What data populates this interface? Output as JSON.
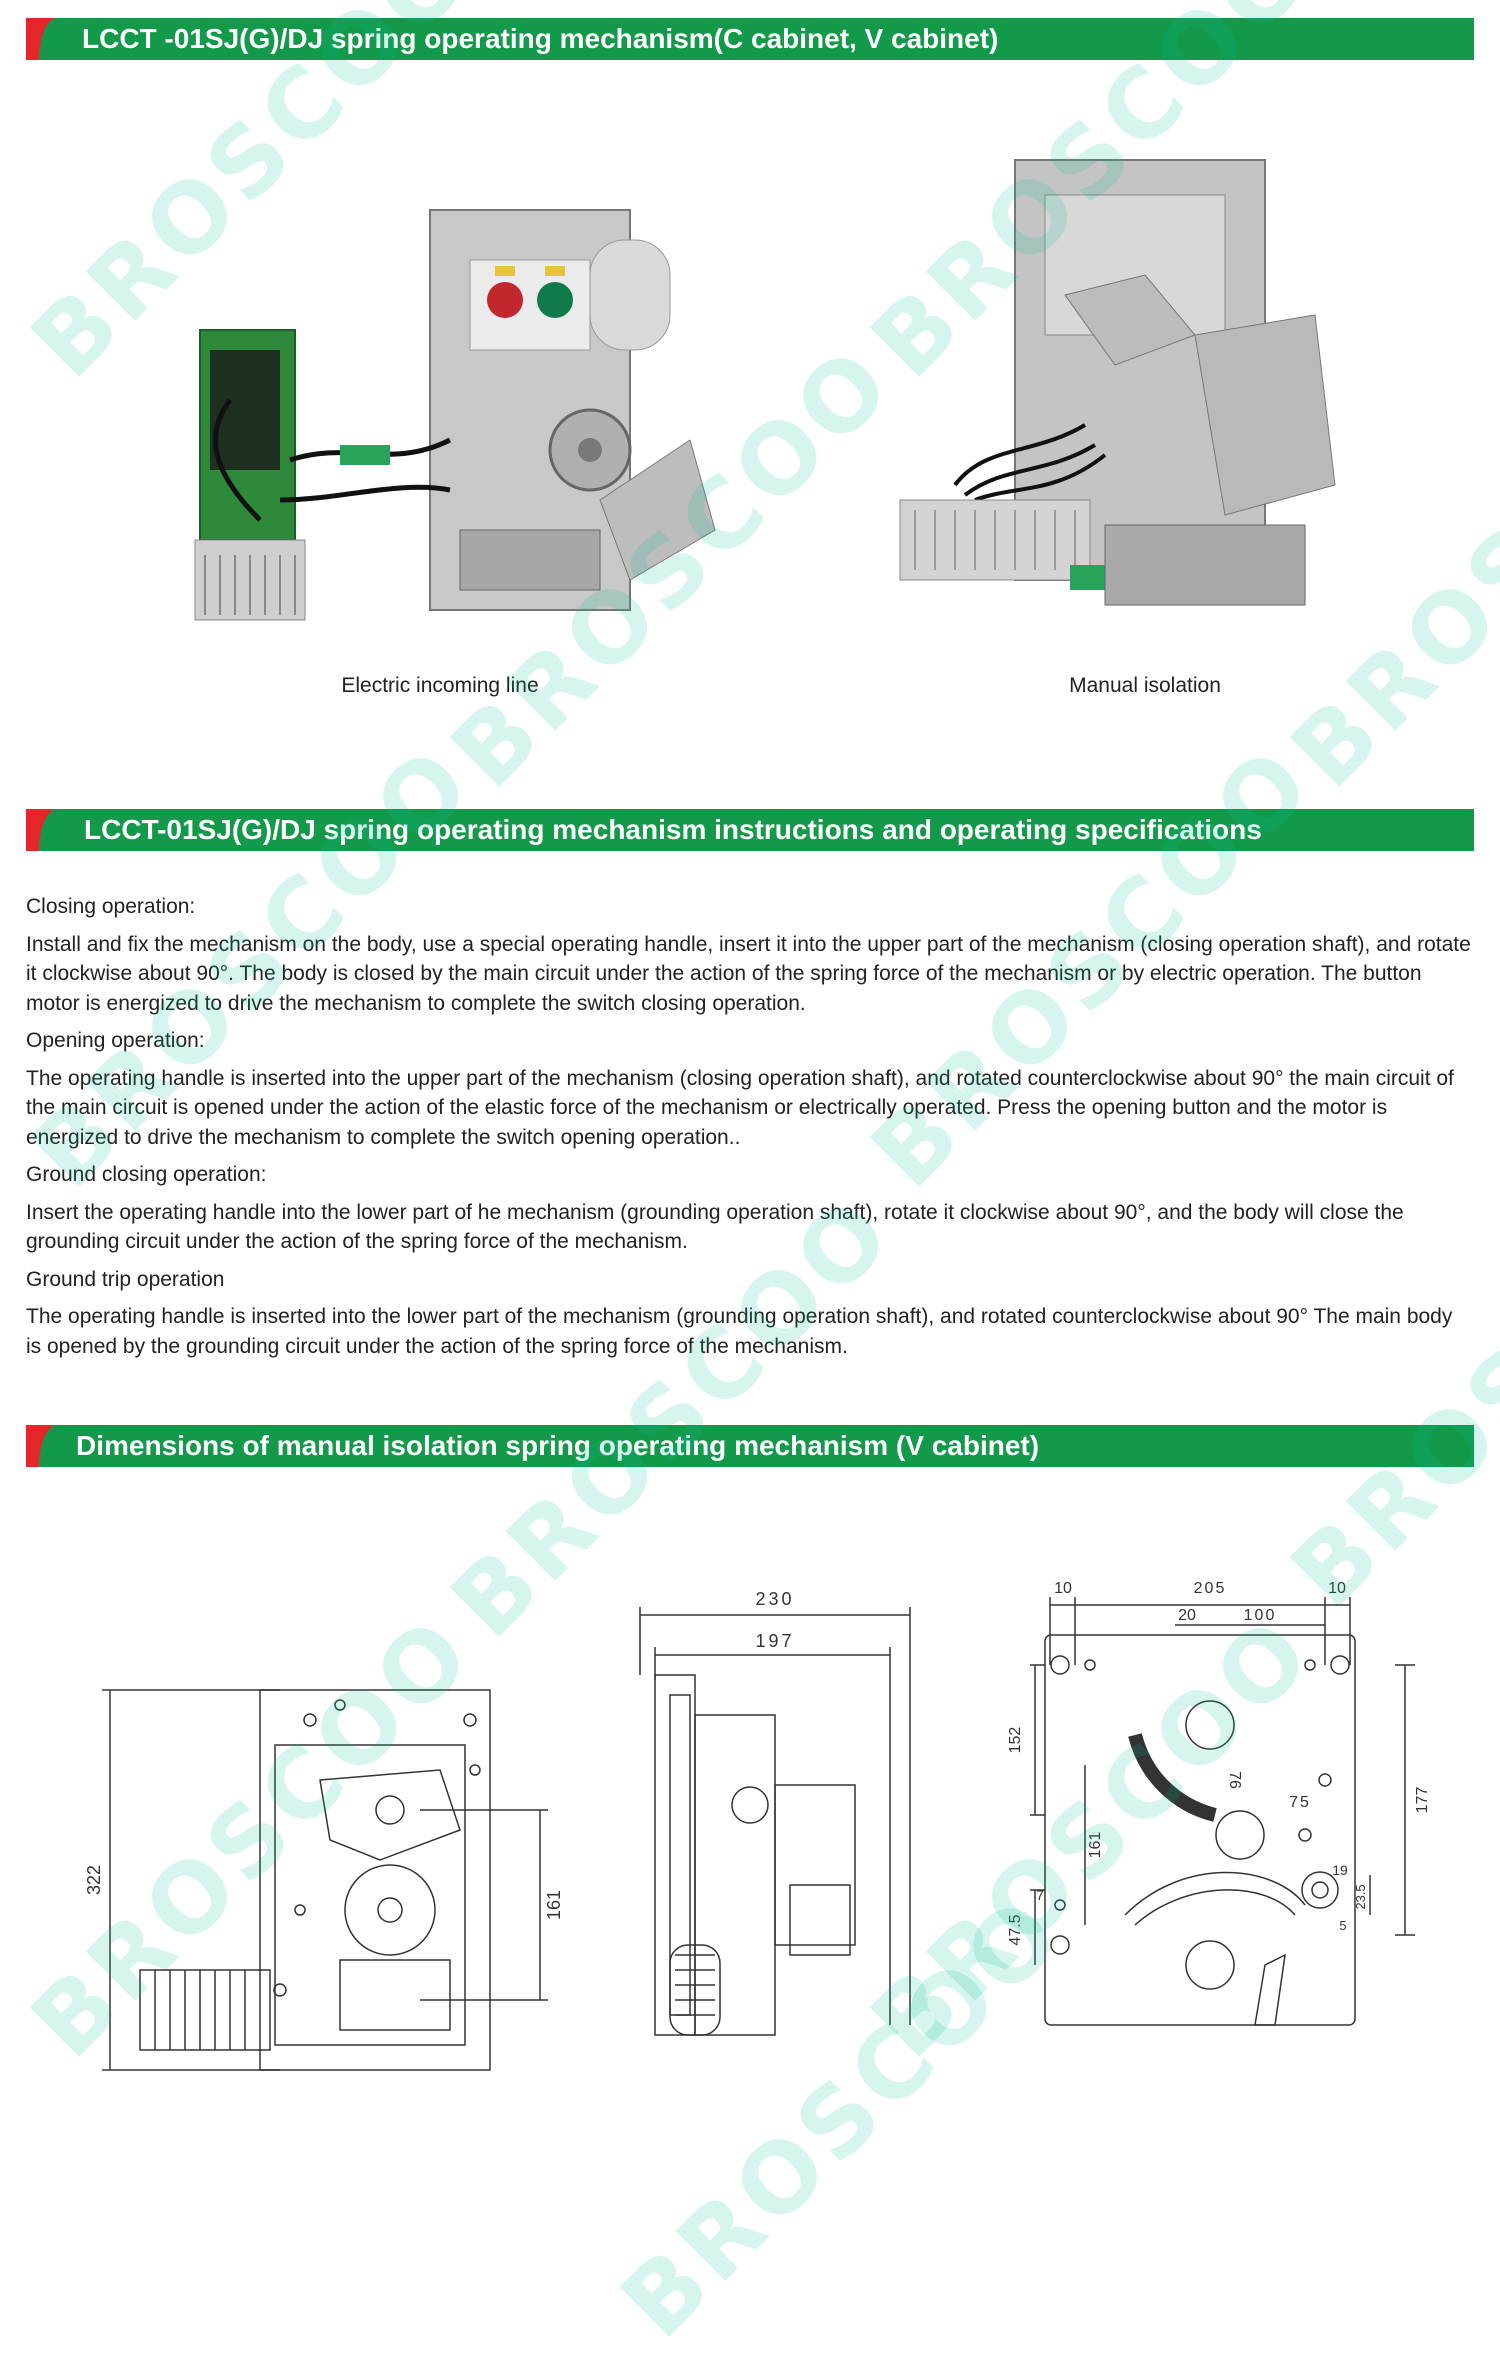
{
  "sections": {
    "s1_title": "LCCT -01SJ(G)/DJ spring operating mechanism(C cabinet, V cabinet)",
    "s2_title": "LCCT-01SJ(G)/DJ spring operating mechanism instructions and operating specifications",
    "s3_title": "Dimensions of manual isolation spring operating mechanism (V cabinet)"
  },
  "photos": {
    "left_caption": "Electric incoming line",
    "right_caption": "Manual isolation"
  },
  "instructions": {
    "closing_heading": "Closing operation:",
    "closing_text": "Install and  fix the mechanism on the body, use a  special operating handle,  insert it into the upper part of the mechanism (closing operation shaft), and rotate it clockwise about 90°.   The body is closed by the main circuit under the action of the spring force of the mechanism or by electric operation. The button motor is energized to drive the mechanism to complete the switch closing operation.",
    "opening_heading": "Opening operation:",
    "opening_text": "The operating handle  is inserted into the upper part of the mechanism  (closing operation shaft),  and rotated counterclockwise about 90°  the main circuit of the main circuit is opened under the action of the elastic force of the mechanism or electrically operated. Press the opening button and the motor is energized to drive the mechanism to complete the switch opening operation..",
    "ground_closing_heading": "Ground closing operation:",
    "ground_closing_text": "Insert the operating handle into the lower part of he mechanism (grounding operation shaft), rotate it clockwise about 90°, and the body will  close the grounding circuit under the action of the spring force of the mechanism.",
    "ground_trip_heading": "Ground trip operation",
    "ground_trip_text": "The operating handle is inserted into the lower part of the mechanism  (grounding operation shaft), and rotated counterclockwise about 90°  The main body is opened by the grounding circuit under the action of the spring force of the mechanism."
  },
  "dimensions": {
    "front_height": "322",
    "front_inner": "161",
    "side_width": "230",
    "side_inner": "197",
    "right_left_margin": "10",
    "right_width": "205",
    "right_right_margin": "10",
    "right_20": "20",
    "right_100": "100",
    "right_152": "152",
    "right_76": "76",
    "right_75": "75",
    "right_177": "177",
    "right_161": "161",
    "right_19": "19",
    "right_47_5": "47.5",
    "right_7": "7",
    "right_23_5": "23.5",
    "right_5": "5"
  },
  "watermark": "BROSCOO",
  "colors": {
    "banner_green": "#13994a",
    "banner_red": "#e4262b",
    "watermark": "#00be96"
  }
}
